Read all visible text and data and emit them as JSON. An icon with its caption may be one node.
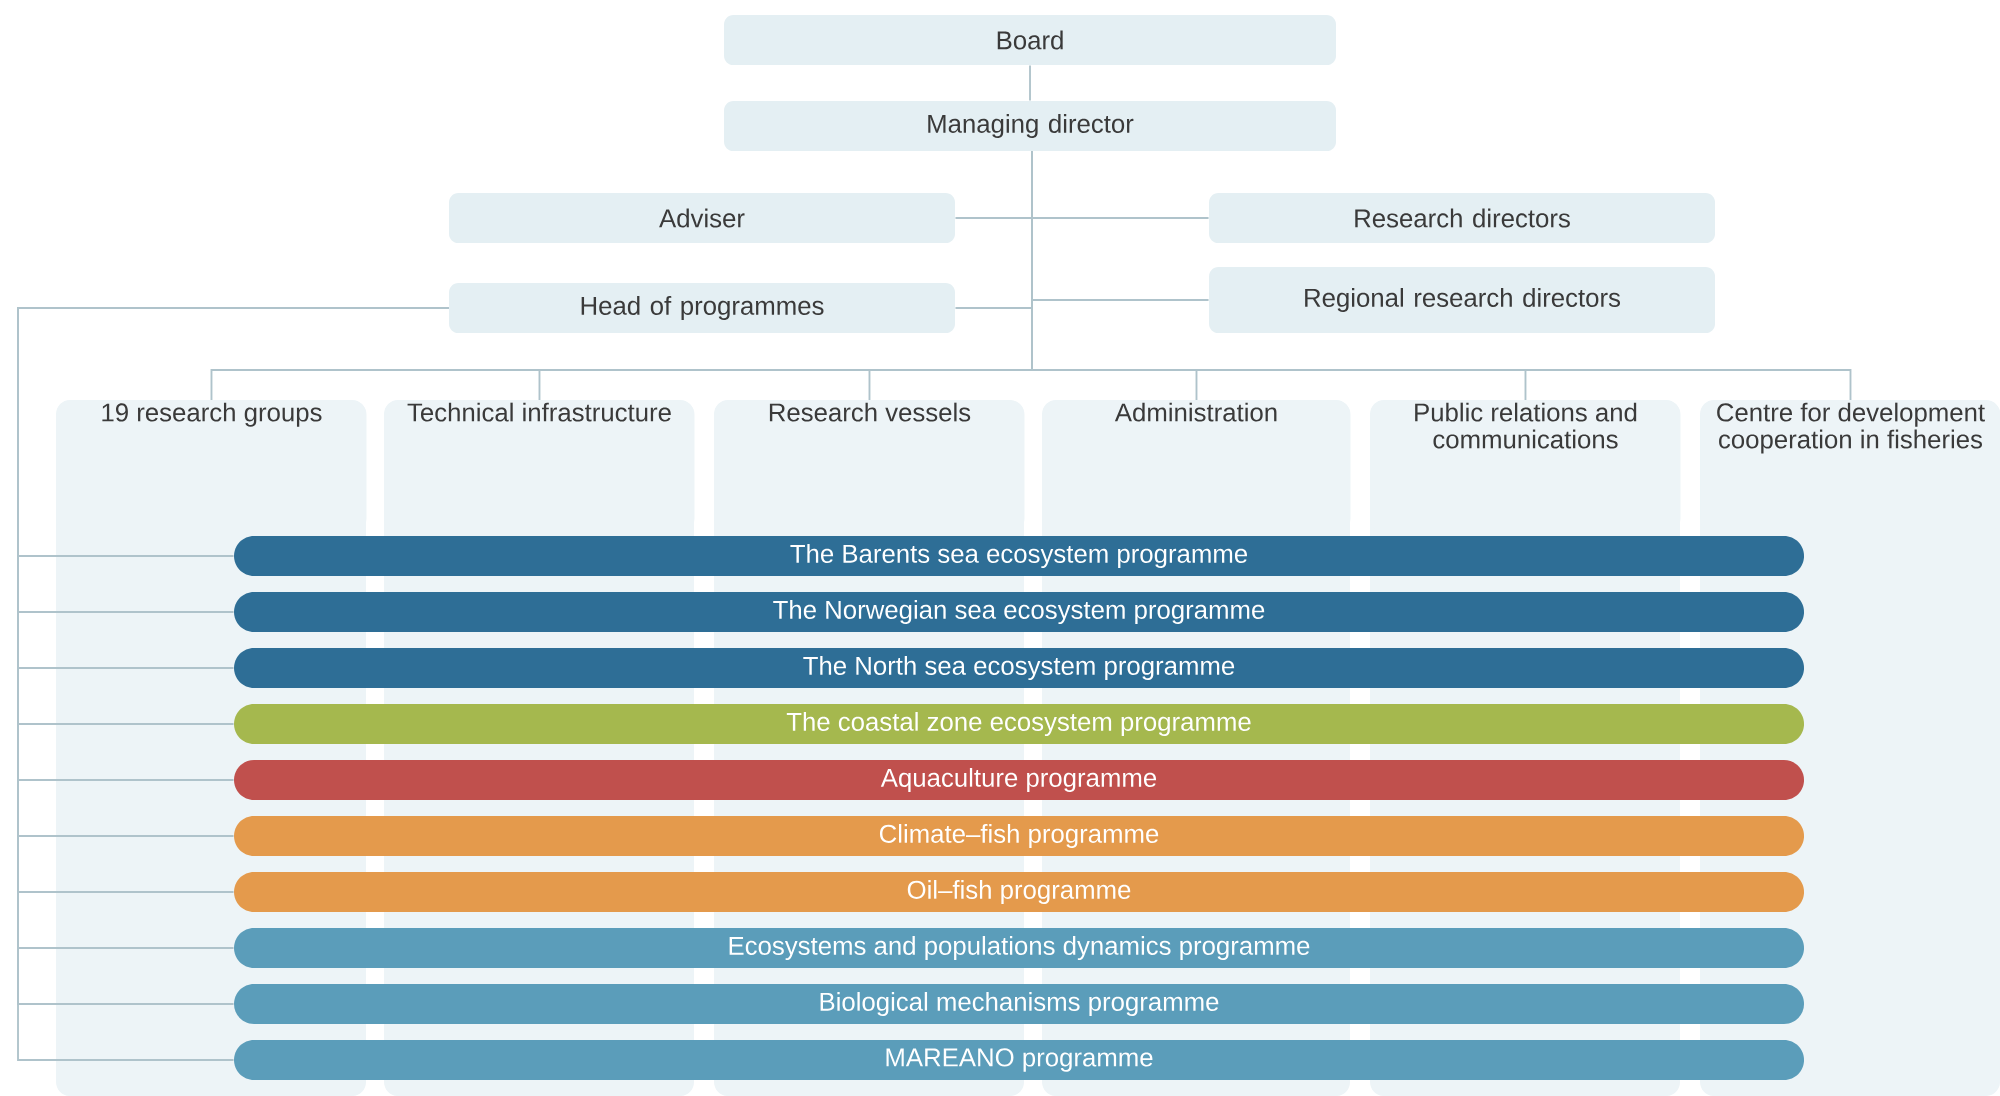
{
  "diagram": {
    "nodes": [
      {
        "text": [
          "Board"
        ]
      },
      {
        "text": [
          "Managing director"
        ]
      },
      {
        "text": [
          "Adviser"
        ]
      },
      {
        "text": [
          "Research directors"
        ]
      },
      {
        "text": [
          "Head of programmes"
        ]
      },
      {
        "text": [
          "Regional research directors"
        ]
      },
      {
        "text": [
          "19 research groups"
        ]
      },
      {
        "text": [
          "Technical infrastructure"
        ]
      },
      {
        "text": [
          "Research vessels"
        ]
      },
      {
        "text": [
          "Administration"
        ]
      },
      {
        "text": [
          "Public relations and communications"
        ]
      },
      {
        "text": [
          "Centre for development cooperation in fisheries"
        ]
      },
      {
        "text": [
          "The Barents sea ecosystem programme"
        ]
      },
      {
        "text": [
          "The Norwegian sea ecosystem programme"
        ]
      },
      {
        "text": [
          "The North sea ecosystem programme"
        ]
      },
      {
        "text": [
          "The coastal zone ecosystem programme"
        ]
      },
      {
        "text": [
          "Aquaculture programme"
        ]
      },
      {
        "text": [
          "Climate–fish programme"
        ]
      },
      {
        "text": [
          "Oil–fish programme"
        ]
      },
      {
        "text": [
          "Ecosystems and populations dynamics programme"
        ]
      },
      {
        "text": [
          "Biological mechanisms programme"
        ]
      },
      {
        "text": [
          "MAREANO programme"
        ]
      }
    ],
    "edges": [
      {
        "from": 0,
        "to": 1,
        "arrow": "none"
      },
      {
        "from": 1,
        "to": 2,
        "arrow": "none"
      },
      {
        "from": 1,
        "to": 3,
        "arrow": "none"
      },
      {
        "from": 1,
        "to": 4,
        "arrow": "none"
      },
      {
        "from": 1,
        "to": 5,
        "arrow": "none"
      },
      {
        "from": 1,
        "to": 6,
        "arrow": "none"
      },
      {
        "from": 1,
        "to": 7,
        "arrow": "none"
      },
      {
        "from": 1,
        "to": 8,
        "arrow": "none"
      },
      {
        "from": 1,
        "to": 9,
        "arrow": "none"
      },
      {
        "from": 1,
        "to": 10,
        "arrow": "none"
      },
      {
        "from": 1,
        "to": 11,
        "arrow": "none"
      },
      {
        "from": 4,
        "to": 12,
        "arrow": "none"
      },
      {
        "from": 4,
        "to": 13,
        "arrow": "none"
      },
      {
        "from": 4,
        "to": 14,
        "arrow": "none"
      },
      {
        "from": 4,
        "to": 15,
        "arrow": "none"
      },
      {
        "from": 4,
        "to": 16,
        "arrow": "none"
      },
      {
        "from": 4,
        "to": 17,
        "arrow": "none"
      },
      {
        "from": 4,
        "to": 18,
        "arrow": "none"
      },
      {
        "from": 4,
        "to": 19,
        "arrow": "none"
      },
      {
        "from": 4,
        "to": 20,
        "arrow": "none"
      },
      {
        "from": 4,
        "to": 21,
        "arrow": "none"
      }
    ]
  }
}
